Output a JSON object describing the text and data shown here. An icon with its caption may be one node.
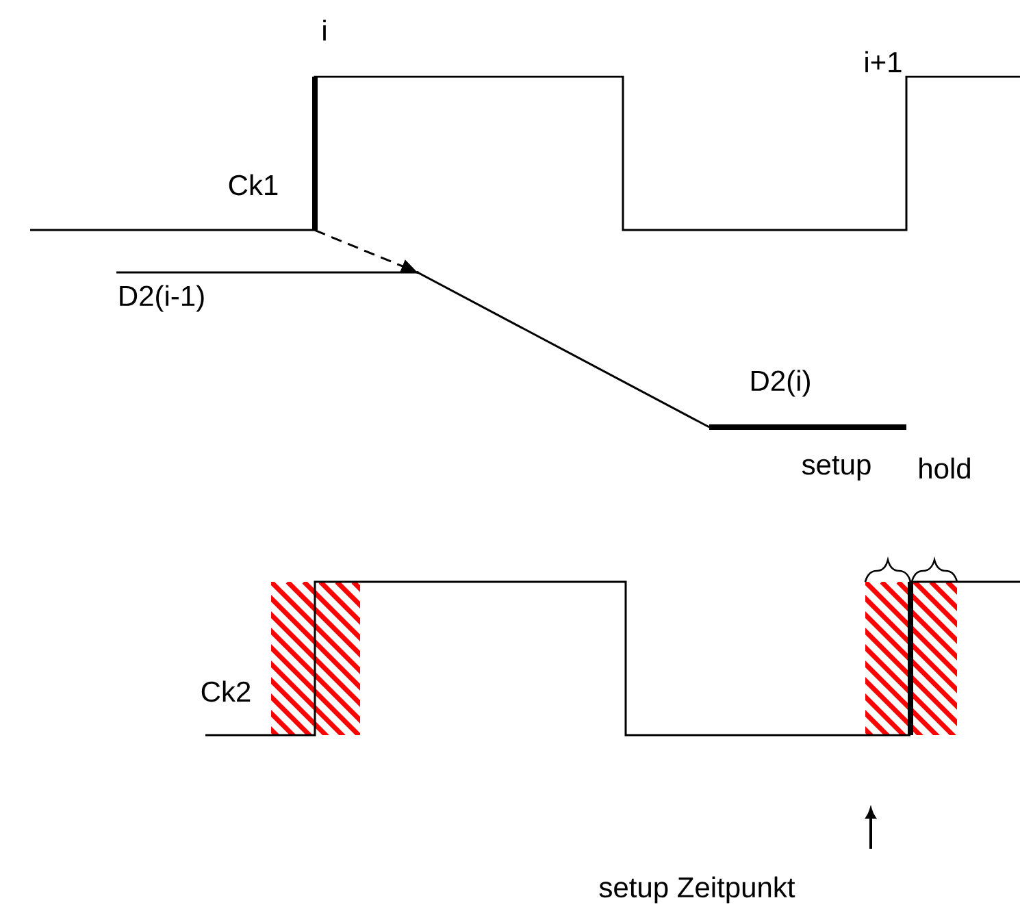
{
  "diagram": {
    "nodes": [
      {
        "text": [],
        "shape": "bar"
      },
      {
        "text": [],
        "shape": "point"
      }
    ],
    "edges": [
      {
        "from": 0,
        "to": 1,
        "arrow": "to",
        "style": "dashed"
      }
    ],
    "labels": [
      "i",
      "i+1",
      "Ck1",
      "D2(i-1)",
      "D2(i)",
      "setup",
      "hold",
      "Ck2",
      "setup Zeitpunkt"
    ]
  }
}
